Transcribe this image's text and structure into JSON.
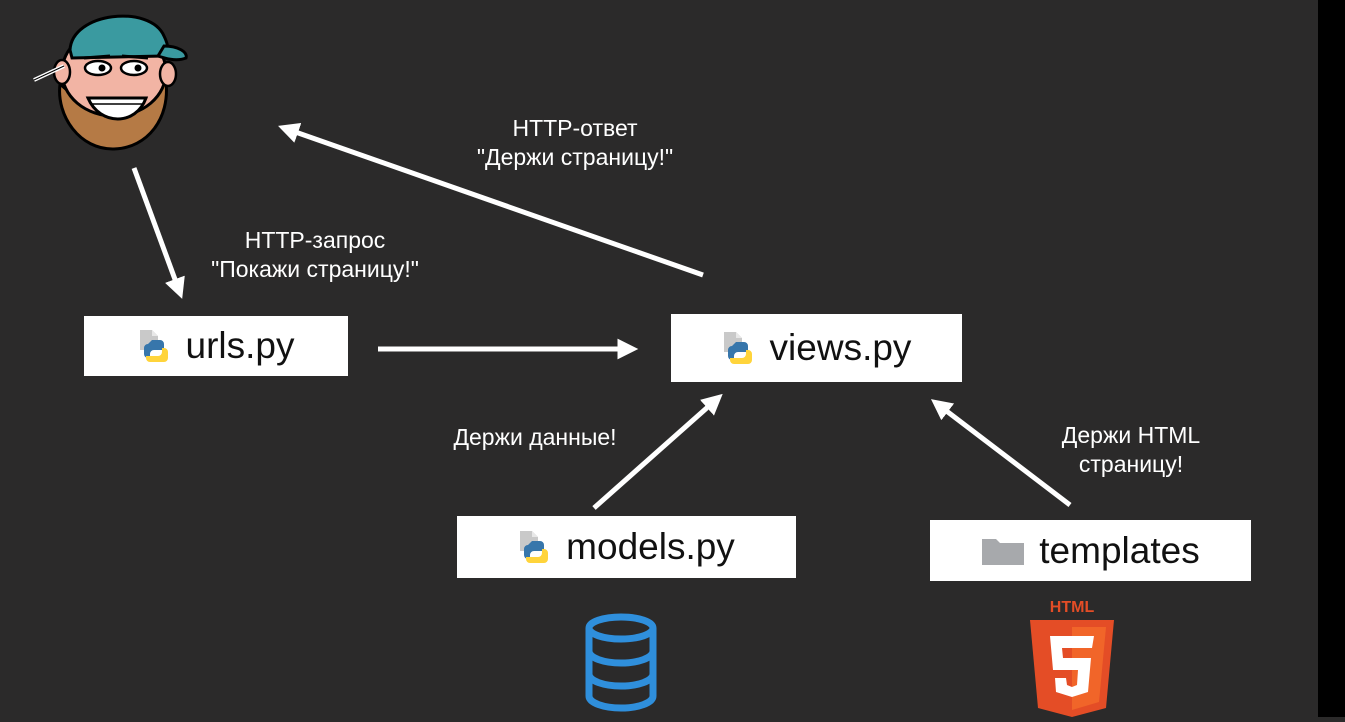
{
  "labels": {
    "request_line1": "HTTP-запрос",
    "request_line2": "\"Покажи страницу!\"",
    "response_line1": "HTTP-ответ",
    "response_line2": "\"Держи страницу!\"",
    "data_label": "Держи данные!",
    "html_line1": "Держи HTML",
    "html_line2": "страницу!"
  },
  "files": {
    "urls": "urls.py",
    "views": "views.py",
    "models": "models.py",
    "templates": "templates"
  },
  "html5_badge": "HTML",
  "icons": {
    "avatar": "bearded-man-avatar-icon",
    "python_file": "python-file-icon",
    "folder": "folder-icon",
    "database": "database-icon",
    "html5": "html5-logo-icon"
  },
  "colors": {
    "background": "#2b2a2a",
    "arrow": "#ffffff",
    "database": "#2f8fdc",
    "html5": "#e44d26",
    "cap": "#3a9aa0"
  }
}
